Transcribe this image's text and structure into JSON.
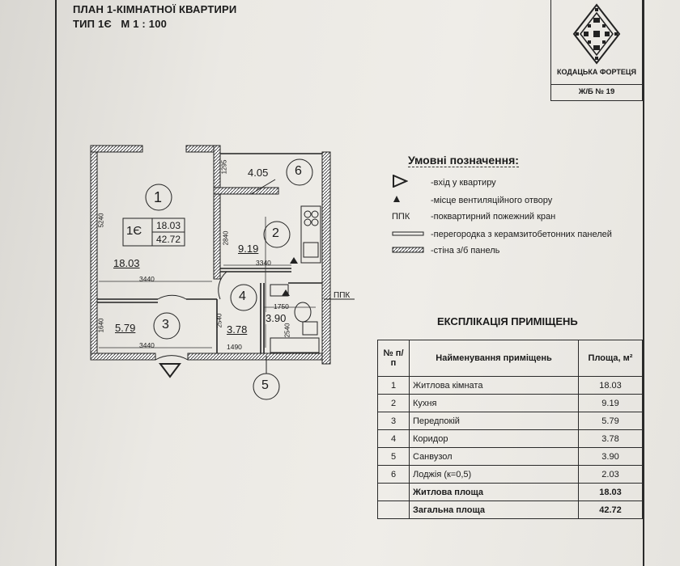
{
  "header": {
    "title": "ПЛАН 1-КІМНАТНОЇ КВАРТИРИ",
    "type_line": "ТИП 1Є   М 1 : 100"
  },
  "logo": {
    "name": "КОДАЦЬКА ФОРТЕЦЯ",
    "code": "Ж/Б № 19"
  },
  "plan": {
    "rooms": [
      {
        "number": "1",
        "area": "18.03"
      },
      {
        "number": "2",
        "area": "9.19"
      },
      {
        "number": "3",
        "area": "5.79"
      },
      {
        "number": "4",
        "area": "3.78"
      },
      {
        "number": "5",
        "area": "3.90"
      },
      {
        "number": "6",
        "area": "4.05"
      }
    ],
    "apt_label": "1Є",
    "apt_living": "18.03",
    "apt_total": "42.72",
    "dims": [
      "5240",
      "3440",
      "3440",
      "1640",
      "2840",
      "3340",
      "2540",
      "1490",
      "1750",
      "2540",
      "1295"
    ],
    "ppk_label": "ППК"
  },
  "legend": {
    "title": "Умовні позначення:",
    "items": [
      {
        "symbol": "",
        "text": "-вхід у квартиру"
      },
      {
        "symbol": "",
        "text": "-місце вентиляційного отвору"
      },
      {
        "symbol": "ППК",
        "text": "-поквартирний пожежний кран"
      },
      {
        "symbol": "",
        "text": "-перегородка з керамзитобетонних панелей"
      },
      {
        "symbol": "",
        "text": "-стіна з/б панель"
      }
    ]
  },
  "explication": {
    "title": "ЕКСПЛІКАЦІЯ ПРИМІЩЕНЬ",
    "headers": {
      "num": "№ п/п",
      "name": "Найменування приміщень",
      "area": "Площа, м²"
    },
    "rows": [
      {
        "num": "1",
        "name": "Житлова кімната",
        "area": "18.03"
      },
      {
        "num": "2",
        "name": "Кухня",
        "area": "9.19"
      },
      {
        "num": "3",
        "name": "Передпокій",
        "area": "5.79"
      },
      {
        "num": "4",
        "name": "Коридор",
        "area": "3.78"
      },
      {
        "num": "5",
        "name": "Санвузол",
        "area": "3.90"
      },
      {
        "num": "6",
        "name": "Лоджія (к=0,5)",
        "area": "2.03"
      }
    ],
    "totals": [
      {
        "name": "Житлова площа",
        "area": "18.03"
      },
      {
        "name": "Загальна площа",
        "area": "42.72"
      }
    ]
  }
}
